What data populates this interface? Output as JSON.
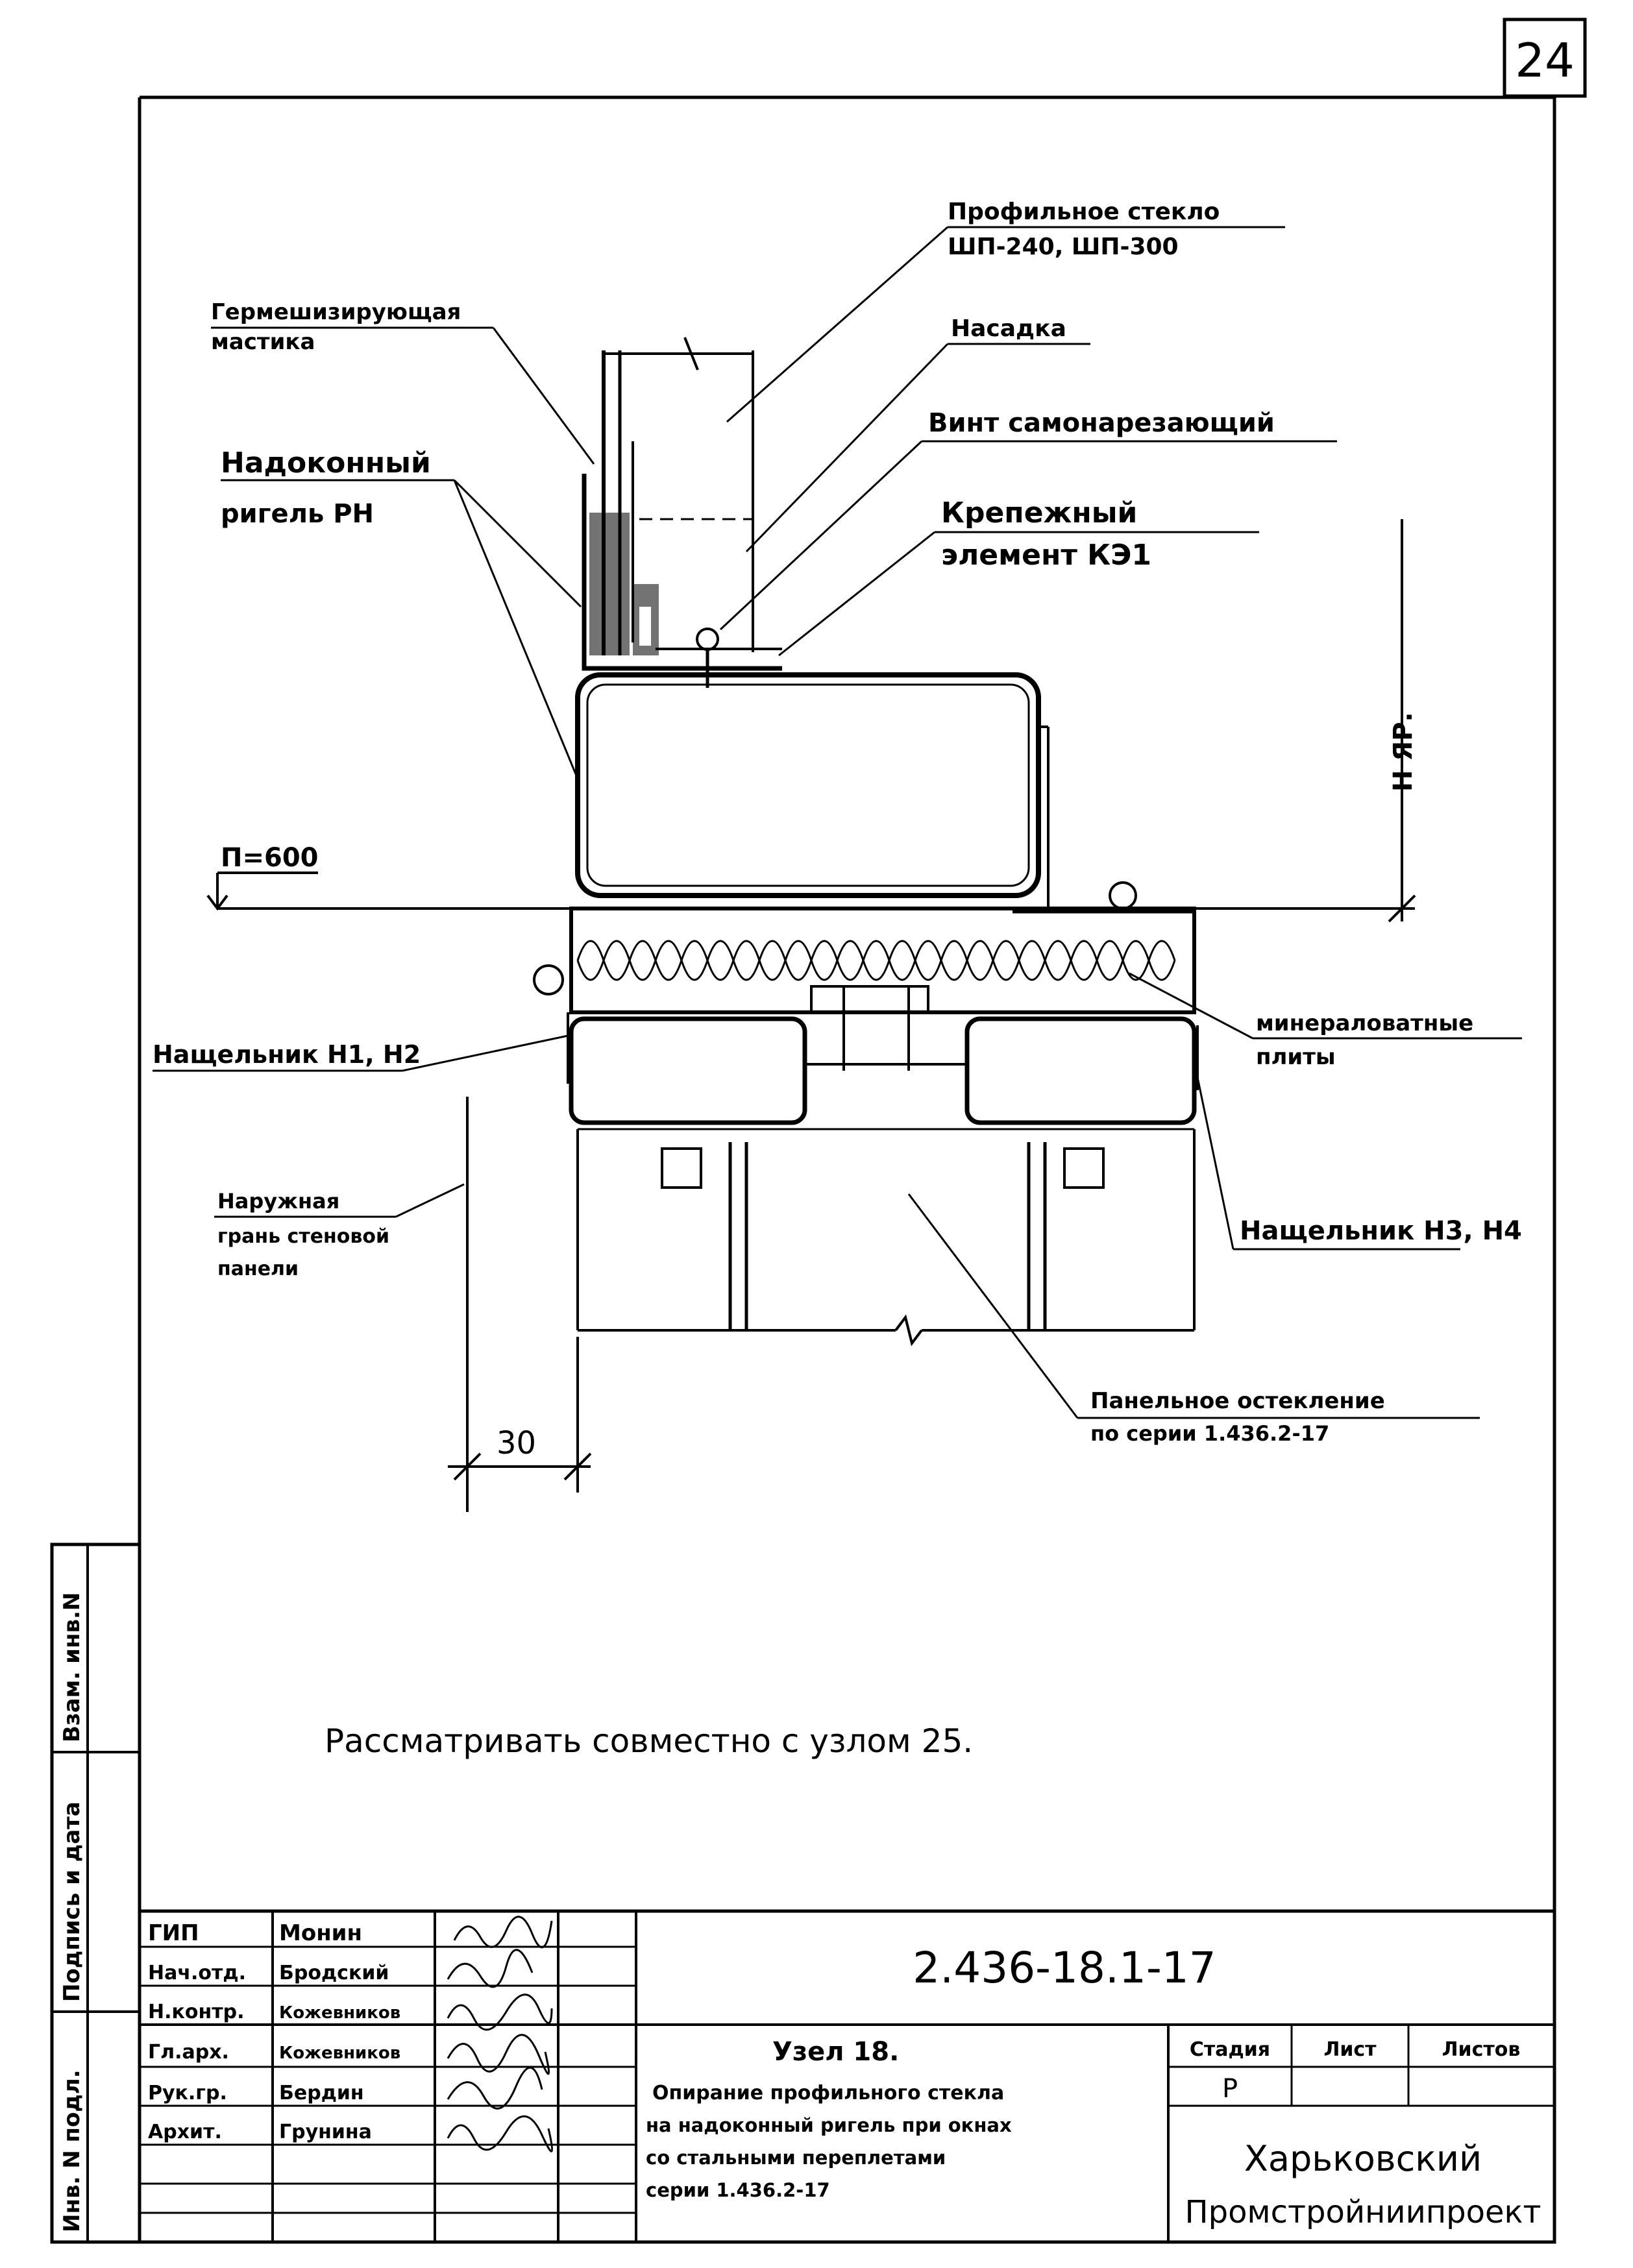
{
  "sheet_number": "24",
  "labels": {
    "profile_glass_1": "Профильное стекло",
    "profile_glass_2": "ШП-240, ШП-300",
    "sealing_mastic_1": "Гермешизирующая",
    "sealing_mastic_2": "мастика",
    "cap": "Насадка",
    "screw": "Винт самонарезающий",
    "fastener_1": "Крепежный",
    "fastener_2": "элемент КЭ1",
    "lintel_1": "Надоконный",
    "lintel_2": "ригель РН",
    "level_mark": "П=600",
    "height_mark": "Н ЯР.",
    "cover_left": "Нащельник Н1, Н2",
    "mineral_wool_1": "минераловатные",
    "mineral_wool_2": "плиты",
    "outer_face_1": "Наружная",
    "outer_face_2": "грань стеновой",
    "outer_face_3": "панели",
    "cover_right": "Нащельник Н3, Н4",
    "panel_glazing_1": "Панельное остекление",
    "panel_glazing_2": "по серии 1.436.2-17",
    "dim_30": "30",
    "note": "Рассматривать совместно с узлом 25."
  },
  "side_stamp": {
    "inv_orig": "Инв. N подл.",
    "sign_date": "Подпись и дата",
    "inv_repl": "Взам. инв.N"
  },
  "title_block": {
    "roles": [
      "ГИП",
      "Нач.отд.",
      "Н.контр.",
      "Гл.арх.",
      "Рук.гр.",
      "Архит."
    ],
    "names": [
      "Монин",
      "Бродский",
      "Кожевников",
      "Кожевников",
      "Бердин",
      "Грунина"
    ],
    "doc_code": "2.436-18.1-17",
    "title_1": "Узел 18.",
    "title_2": "Опирание профильного стекла",
    "title_3": "на надоконный ригель при окнах",
    "title_4": "со стальными переплетами",
    "title_5": "серии 1.436.2-17",
    "stage_header": "Стадия",
    "sheet_header": "Лист",
    "sheets_header": "Листов",
    "stage_value": "Р",
    "org_1": "Харьковский",
    "org_2": "Промстройниипроект"
  }
}
